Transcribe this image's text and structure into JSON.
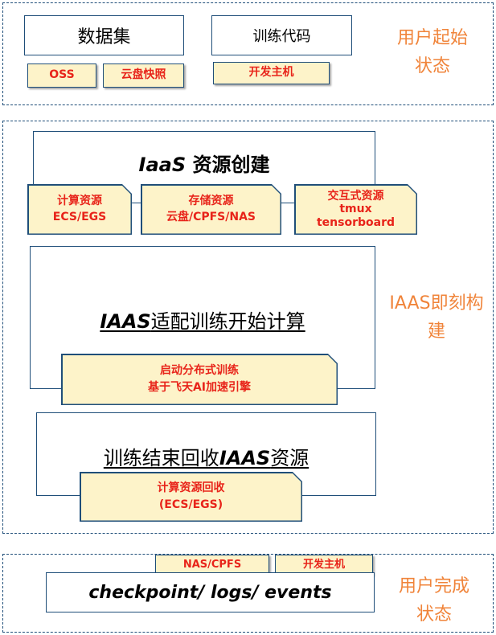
{
  "section1": {
    "dataset_label": "数据集",
    "code_label": "训练代码",
    "tag_oss": "OSS",
    "tag_snapshot": "云盘快照",
    "tag_devhost": "开发主机",
    "side_label_1": "用户起始",
    "side_label_2": "状态"
  },
  "section2": {
    "iaas_em": "IaaS",
    "iaas_rest": " 资源创建",
    "tag_compute_1": "计算资源",
    "tag_compute_2": "ECS/EGS",
    "tag_storage_1": "存储资源",
    "tag_storage_2": "云盘/CPFS/NAS",
    "tag_interactive_1": "交互式资源",
    "tag_interactive_2": "tmux",
    "tag_interactive_3": "tensorboard",
    "adapt_em": "IAAS",
    "adapt_rest": "适配训练开始计算",
    "tag_dist_1": "启动分布式训练",
    "tag_dist_2": "基于飞天AI加速引擎",
    "end_pre": "训练结束回收",
    "end_em": "IAAS",
    "end_post": "资源",
    "tag_reclaim_1": "计算资源回收",
    "tag_reclaim_2": "(ECS/EGS)",
    "side_label_1": "IAAS即刻构",
    "side_label_2": "建"
  },
  "section3": {
    "tag_nas": "NAS/CPFS",
    "tag_devhost": "开发主机",
    "main_label": "checkpoint/ logs/ events",
    "side_label_1": "用户完成",
    "side_label_2": "状态"
  }
}
